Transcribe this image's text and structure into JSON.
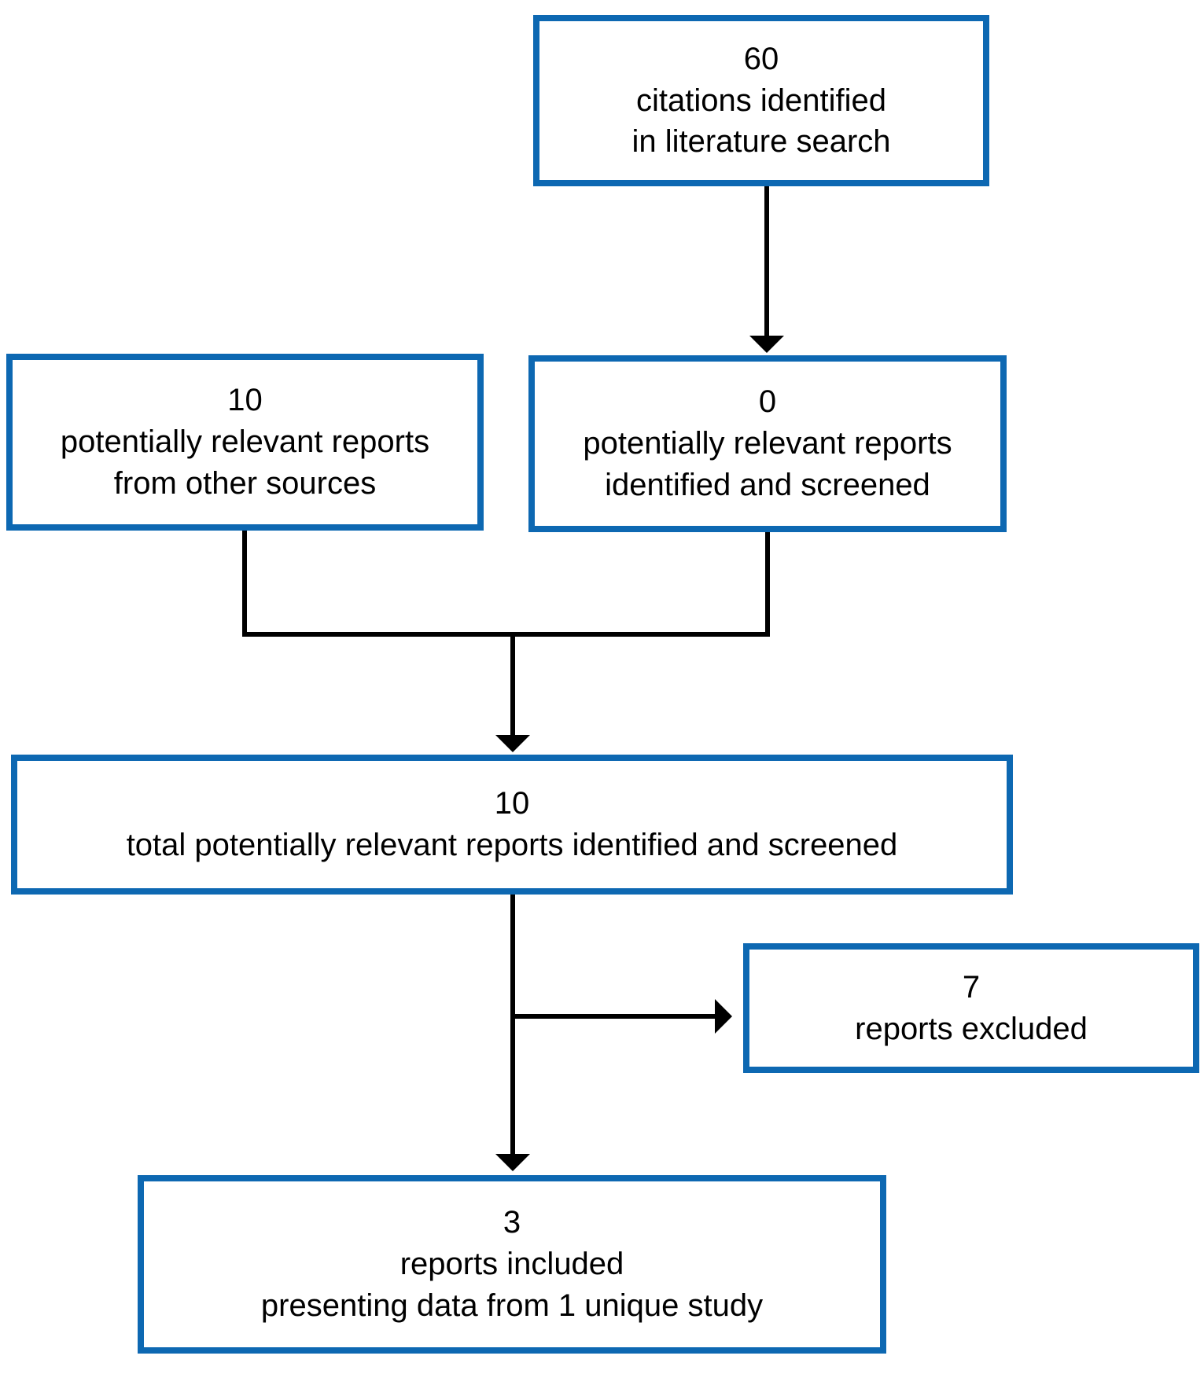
{
  "diagram": {
    "type": "flowchart",
    "background_color": "#ffffff",
    "box_border_color": "#0d68b2",
    "text_color": "#000000",
    "connector_color": "#000000",
    "boxes": [
      {
        "id": "citations",
        "count": "60",
        "lines": [
          "citations identified",
          "in literature search"
        ]
      },
      {
        "id": "other_sources",
        "count": "10",
        "lines": [
          "potentially relevant reports",
          "from other sources"
        ]
      },
      {
        "id": "screened",
        "count": "0",
        "lines": [
          "potentially relevant reports",
          "identified and screened"
        ]
      },
      {
        "id": "total",
        "count": "10",
        "lines": [
          "total potentially relevant reports identified and screened"
        ]
      },
      {
        "id": "excluded",
        "count": "7",
        "lines": [
          "reports excluded"
        ]
      },
      {
        "id": "included",
        "count": "3",
        "lines": [
          "reports included",
          "presenting data from 1 unique study"
        ]
      }
    ]
  }
}
